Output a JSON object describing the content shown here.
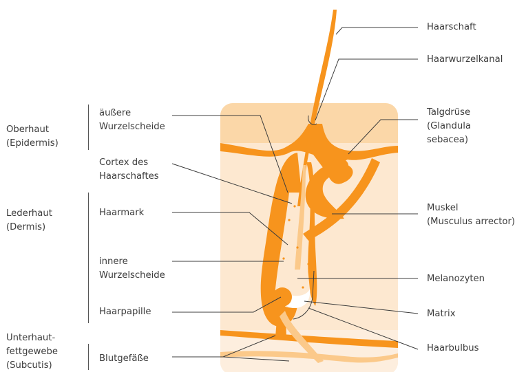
{
  "layers": {
    "oberhaut": [
      "Oberhaut",
      "(Epidermis)"
    ],
    "lederhaut": [
      "Lederhaut",
      "(Dermis)"
    ],
    "unterhaut": [
      "Unterhaut-",
      "fettgewebe",
      "(Subcutis)"
    ]
  },
  "left_labels": {
    "aeussere": [
      "äußere",
      "Wurzelscheide"
    ],
    "cortex": [
      "Cortex des",
      "Haarschaftes"
    ],
    "haarmark": "Haarmark",
    "innere": [
      "innere",
      "Wurzelscheide"
    ],
    "haarpapille": "Haarpapille",
    "blutgefaesse": "Blutgefäße"
  },
  "right_labels": {
    "haarschaft": "Haarschaft",
    "haarwurzelkanal": "Haarwurzelkanal",
    "talgdruese": [
      "Talgdrüse",
      "(Glandula",
      "sebacea)"
    ],
    "muskel": [
      "Muskel",
      "(Musculus arrector)"
    ],
    "melanozyten": "Melanozyten",
    "matrix": "Matrix",
    "haarbulbus": "Haarbulbus"
  },
  "colors": {
    "skin_top": "#fbd7a8",
    "skin_dermis": "#fde8d0",
    "skin_subcutis": "#fdeede",
    "orange": "#f7941d",
    "light_orange": "#fbc98a",
    "line": "#3c3c3c"
  }
}
